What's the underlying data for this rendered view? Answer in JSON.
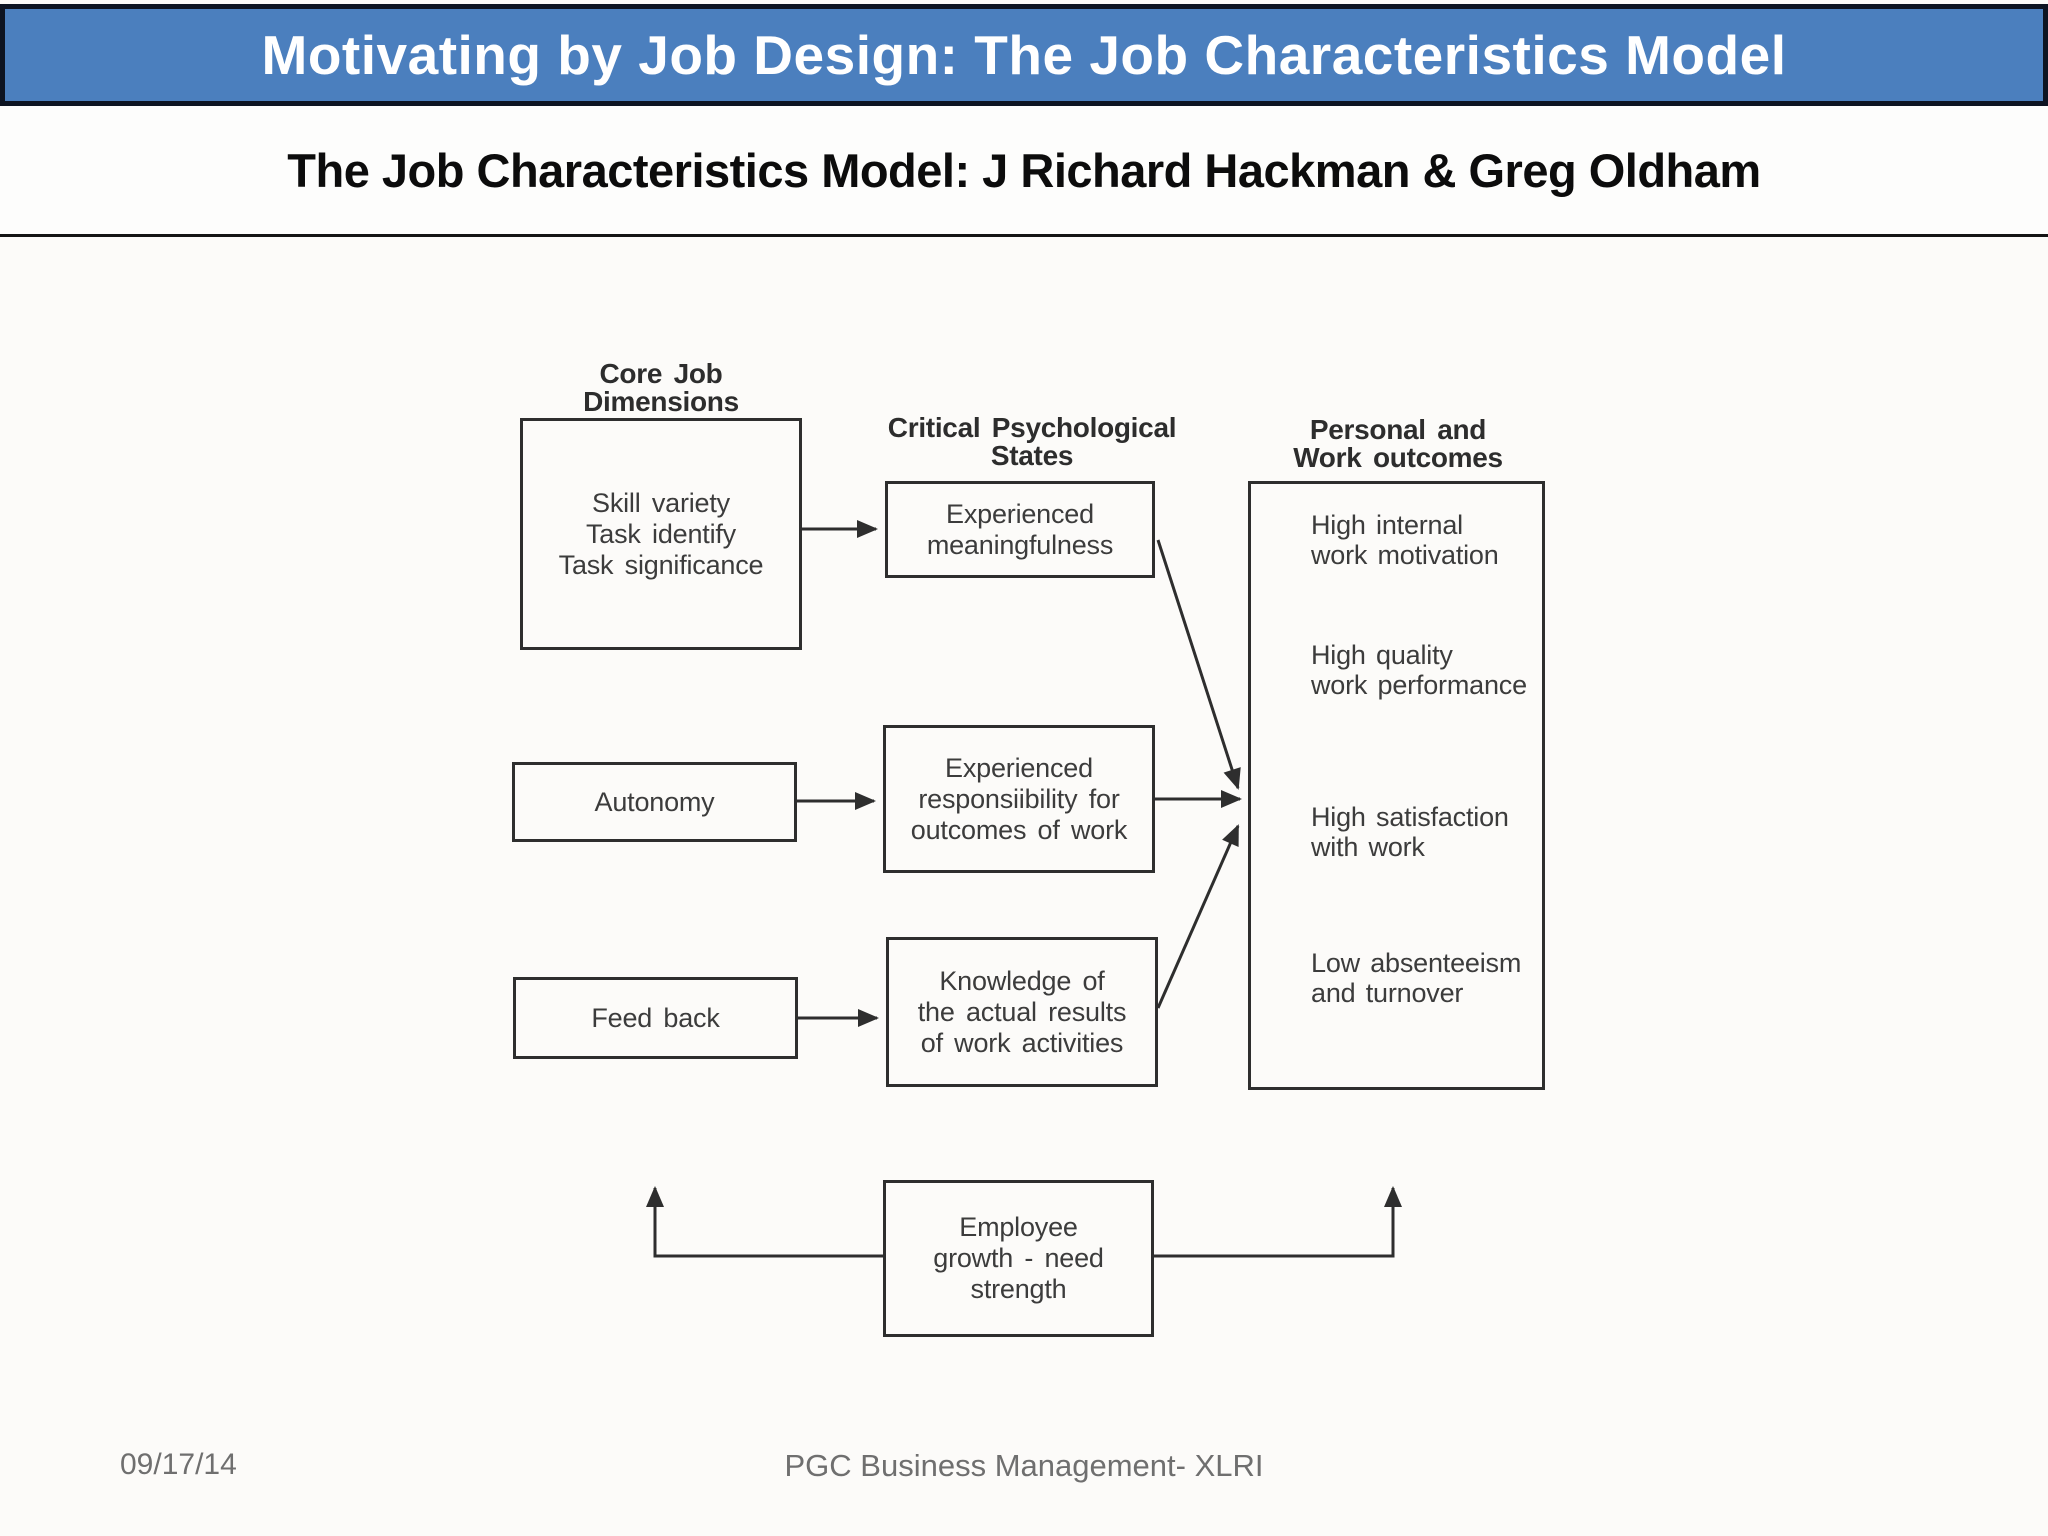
{
  "slide": {
    "title": "Motivating by Job Design: The Job Characteristics Model",
    "subtitle": "The Job Characteristics Model: J Richard Hackman & Greg Oldham"
  },
  "diagram": {
    "headings": {
      "col1": "Core Job\nDimensions",
      "col2": "Critical Psychological\nStates",
      "col3": "Personal and\nWork outcomes"
    },
    "boxes": {
      "core_dimensions": "Skill variety\nTask identify\nTask significance",
      "autonomy": "Autonomy",
      "feedback": "Feed back",
      "meaningfulness": "Experienced\nmeaningfulness",
      "responsibility": "Experienced\nresponsiibility for\noutcomes of work",
      "knowledge": "Knowledge of\nthe actual results\nof work activities",
      "growth": "Employee\ngrowth - need\nstrength"
    },
    "outcomes": [
      "High internal\nwork motivation",
      "High quality\nwork performance",
      "High satisfaction\nwith work",
      "Low absenteeism\nand turnover"
    ]
  },
  "footer": {
    "date": "09/17/14",
    "credit": "PGC Business Management- XLRI"
  },
  "colors": {
    "header_bg": "#4b7fbe",
    "header_border": "#0d1422",
    "diagram_ink": "#2e2e2e",
    "diagram_text": "#3c3c3c",
    "footer_text": "#6f6f6f"
  }
}
